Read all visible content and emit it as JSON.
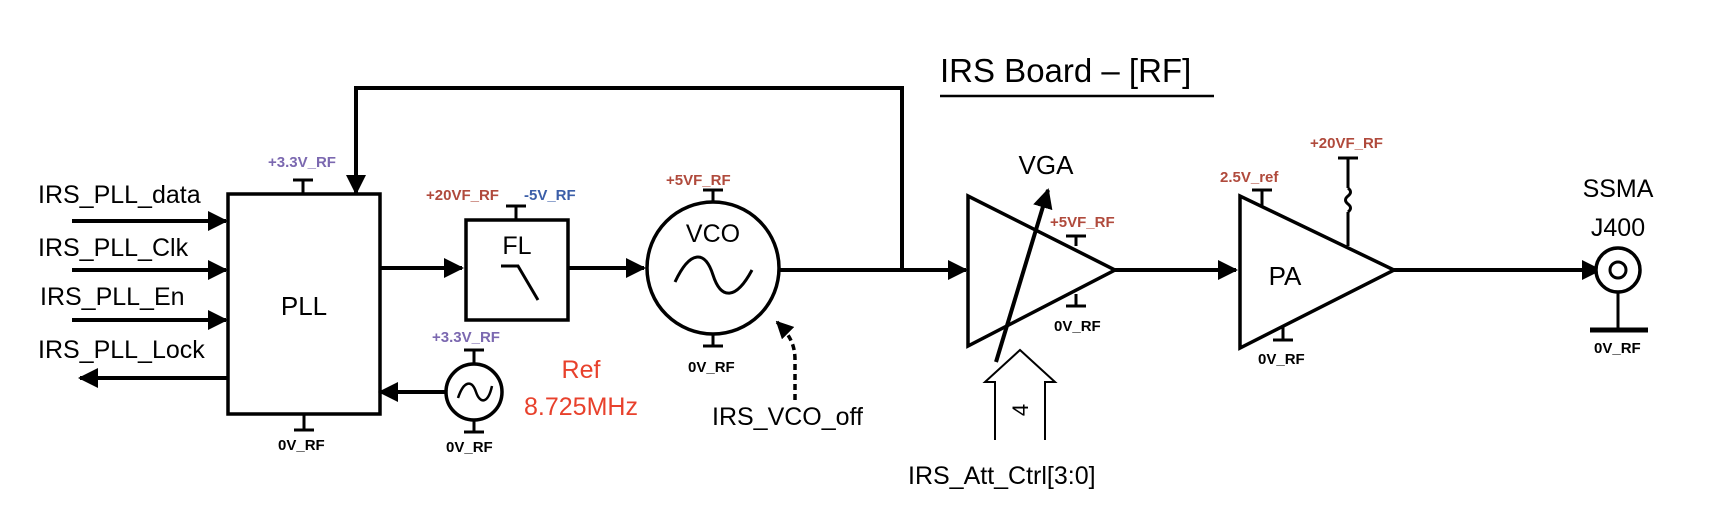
{
  "title": "IRS Board – [RF]",
  "inputs": {
    "data": "IRS_PLL_data",
    "clk": "IRS_PLL_Clk",
    "en": "IRS_PLL_En",
    "lock": "IRS_PLL_Lock"
  },
  "blocks": {
    "pll": "PLL",
    "filter": "FL",
    "vco": "VCO",
    "vga": "VGA",
    "pa": "PA",
    "connector_type": "SSMA",
    "connector_ref": "J400"
  },
  "power": {
    "pll_supply": "+3.3V_RF",
    "pll_gnd": "0V_RF",
    "fl_pos": "+20VF_RF",
    "fl_neg": "-5V_RF",
    "vco_supply": "+5VF_RF",
    "vco_gnd": "0V_RF",
    "ref_supply": "+3.3V_RF",
    "ref_gnd": "0V_RF",
    "vga_supply": "+5VF_RF",
    "vga_gnd": "0V_RF",
    "pa_ref": "2.5V_ref",
    "pa_supply": "+20VF_RF",
    "pa_gnd": "0V_RF",
    "conn_gnd": "0V_RF"
  },
  "reference": {
    "label": "Ref",
    "freq": "8.725MHz"
  },
  "controls": {
    "vco_off": "IRS_VCO_off",
    "att_ctrl": "IRS_Att_Ctrl[3:0]",
    "att_width": "4"
  },
  "colors": {
    "purple": "#7b68b0",
    "brown": "#b04a3c",
    "blue": "#3b5ea8",
    "red": "#e8412c"
  }
}
